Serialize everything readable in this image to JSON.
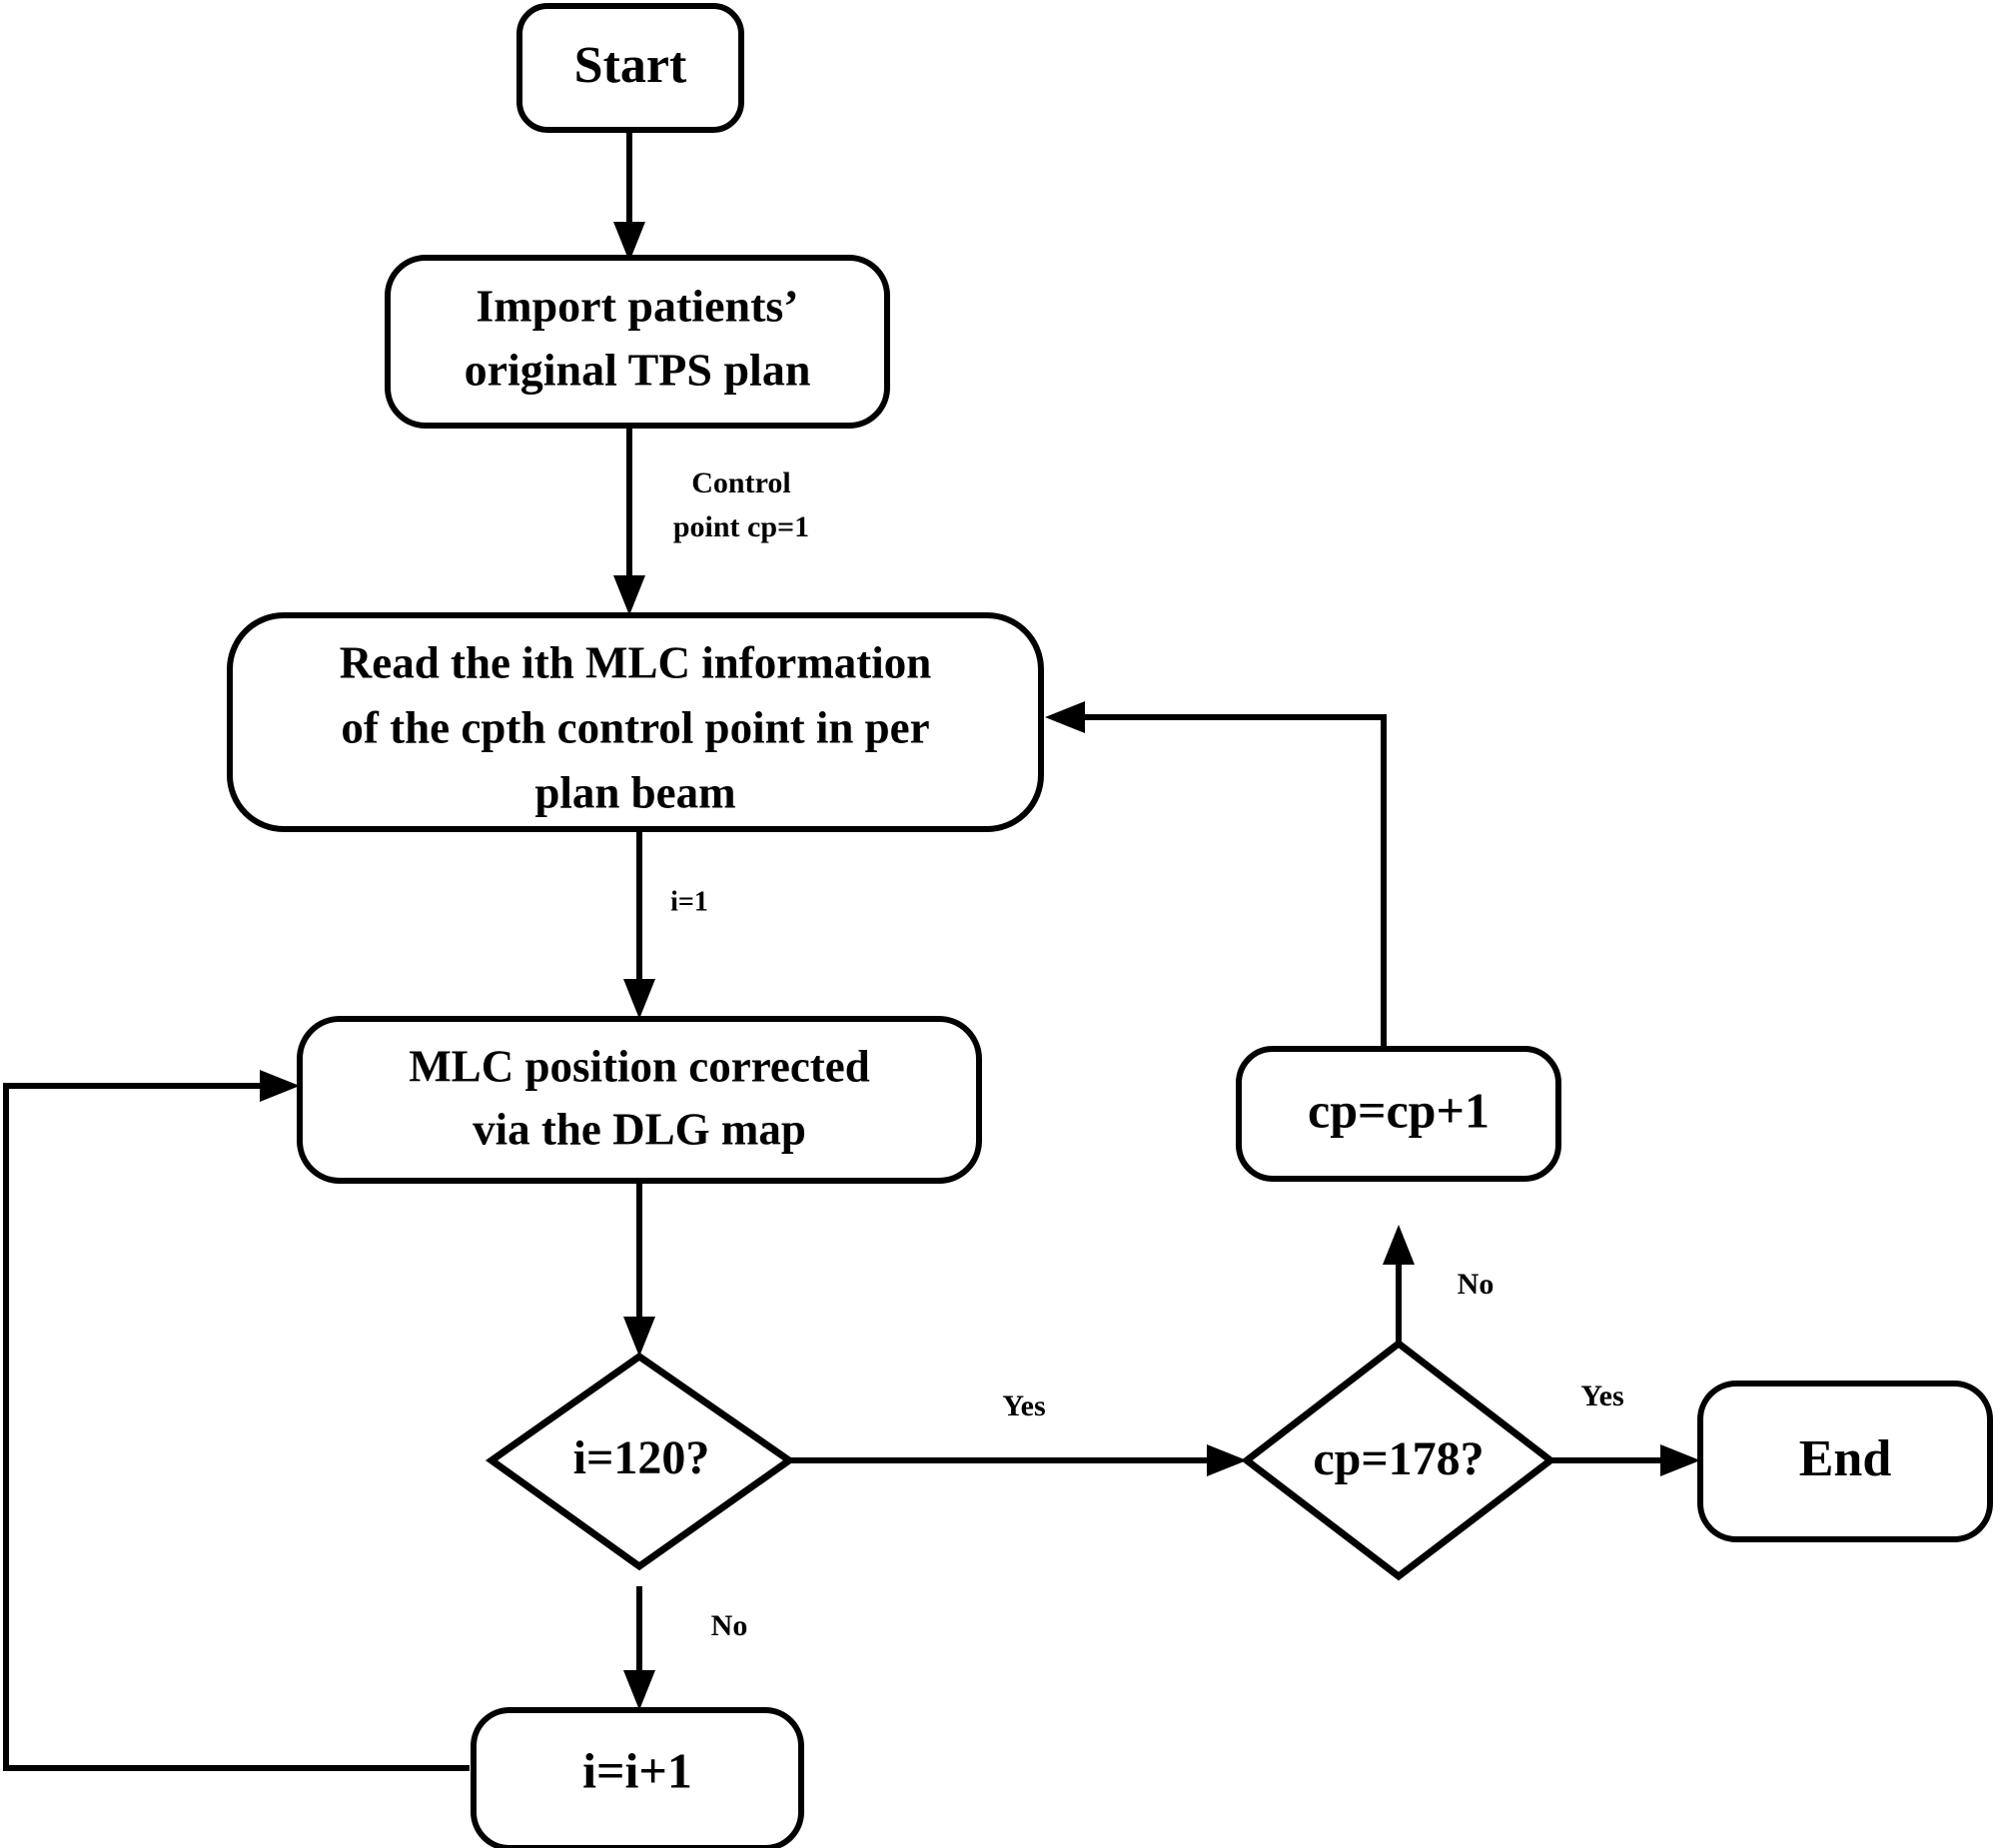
{
  "diagram": {
    "title": "MLC DLG correction workflow flowchart",
    "type": "flowchart",
    "background_color": "#ffffff",
    "line_color": "#000000",
    "text_color": "#000000"
  },
  "nodes": {
    "start": {
      "id": "start",
      "shape": "rounded-rect",
      "lines": [
        "Start"
      ],
      "line1": "Start"
    },
    "import_plan": {
      "id": "import-plan",
      "shape": "rounded-rect",
      "lines": [
        "Import patients’",
        "original TPS plan"
      ],
      "line1": "Import patients’",
      "line2": "original TPS plan"
    },
    "read_mlc": {
      "id": "read-mlc",
      "shape": "rounded-rect",
      "lines": [
        "Read the ith MLC information",
        "of the cpth control point in per",
        "plan beam"
      ],
      "line1": "Read the ith MLC information",
      "line2": "of the cpth control point in per",
      "line3": "plan beam"
    },
    "correct_mlc": {
      "id": "correct-mlc",
      "shape": "rounded-rect",
      "lines": [
        "MLC position corrected",
        "via the DLG map"
      ],
      "line1": "MLC position corrected",
      "line2": "via the DLG map"
    },
    "decision_i": {
      "id": "decision-i",
      "shape": "diamond",
      "lines": [
        "i=120?"
      ],
      "line1": "i=120?"
    },
    "decision_cp": {
      "id": "decision-cp",
      "shape": "diamond",
      "lines": [
        "cp=178?"
      ],
      "line1": "cp=178?"
    },
    "increment_i": {
      "id": "increment-i",
      "shape": "rounded-rect",
      "lines": [
        "i=i+1"
      ],
      "line1": "i=i+1"
    },
    "increment_cp": {
      "id": "increment-cp",
      "shape": "rounded-rect",
      "lines": [
        "cp=cp+1"
      ],
      "line1": "cp=cp+1"
    },
    "end": {
      "id": "end",
      "shape": "rounded-rect",
      "lines": [
        "End"
      ],
      "line1": "End"
    }
  },
  "edge_labels": {
    "control_point_line1": "Control",
    "control_point_line2": "point cp=1",
    "i_init": "i=1",
    "yes_i_decision": "Yes",
    "no_i_decision": "No",
    "yes_cp_decision": "Yes",
    "no_cp_decision": "No"
  }
}
